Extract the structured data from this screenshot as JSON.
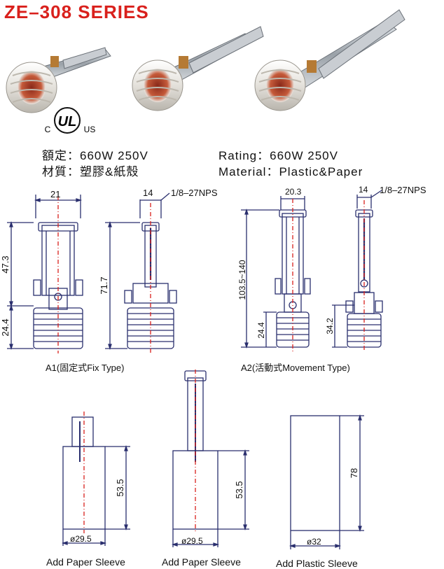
{
  "title": "ZE–308  SERIES",
  "certification": {
    "c": "C",
    "mark": "UL",
    "us": "US"
  },
  "specs_cn": {
    "rating": "額定：660W 250V",
    "material": "材質：塑膠&紙殼"
  },
  "specs_en": {
    "rating": "Rating：660W 250V",
    "material": "Material：Plastic&Paper"
  },
  "a1": {
    "caption": "A1(固定式Fix Type)",
    "width": "21",
    "h_top": "47.3",
    "h_bottom": "24.4",
    "h_total": "71.7",
    "side_width": "14",
    "thread": "1/8–27NPS"
  },
  "a2": {
    "caption": "A2(活動式Movement Type)",
    "width": "20.3",
    "h_range": "103.5~140",
    "h_bottom": "24.4",
    "side_width": "14",
    "thread": "1/8–27NPS",
    "h_side": "34.2"
  },
  "sleeves": [
    {
      "caption": "Add Paper Sleeve",
      "height": "53.5",
      "diameter": "ø29.5"
    },
    {
      "caption": "Add Paper Sleeve",
      "height": "53.5",
      "diameter": "ø29.5"
    },
    {
      "caption": "Add Plastic Sleeve",
      "height": "78",
      "diameter": "ø32"
    }
  ],
  "colors": {
    "title": "#d9201c",
    "centerline": "#d9201c",
    "drawing": "#2a2f6e",
    "ceramic": "#e9e7e2",
    "metal": "#aab0b6"
  }
}
